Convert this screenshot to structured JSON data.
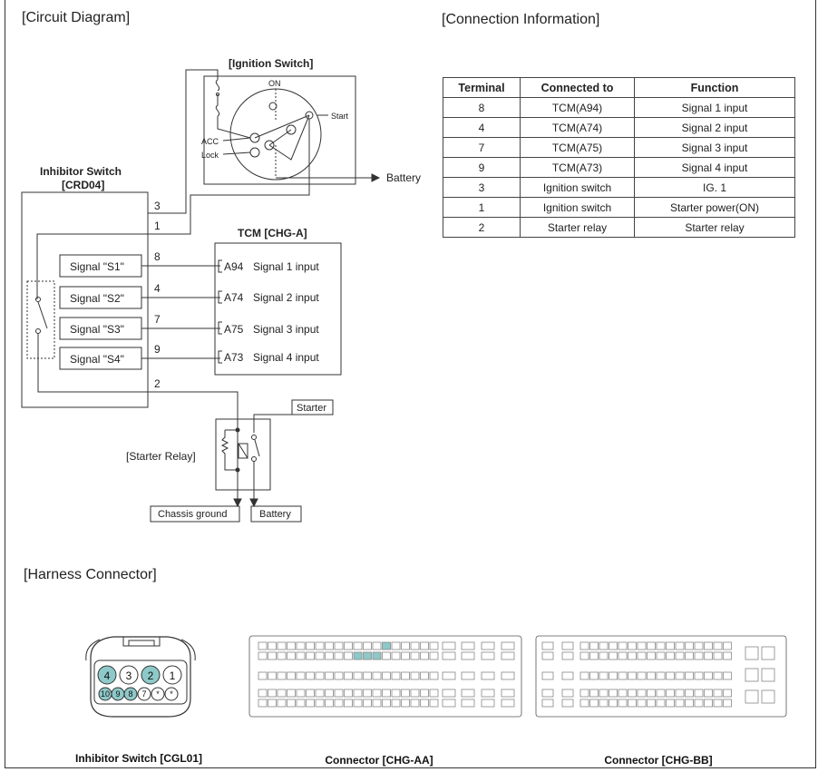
{
  "sections": {
    "circuit_title": "[Circuit Diagram]",
    "connection_title": "[Connection Information]",
    "harness_title": "[Harness Connector]"
  },
  "circuit": {
    "ignition_switch_label": "[Ignition Switch]",
    "on_label": "ON",
    "start_label": "Start",
    "acc_label": "ACC",
    "lock_label": "Lock",
    "battery_label": "Battery",
    "inhibitor_label_line1": "Inhibitor Switch",
    "inhibitor_label_line2": "[CRD04]",
    "tcm_label": "TCM [CHG-A]",
    "starter_label": "Starter",
    "starter_relay_label": "[Starter Relay]",
    "chassis_ground_label": "Chassis ground",
    "battery_box_label": "Battery",
    "pin3": "3",
    "pin1": "1",
    "pin2": "2",
    "signals": [
      {
        "name": "Signal \"S1\"",
        "pin": "8",
        "tcm_pin": "A94",
        "tcm_label": "Signal 1 input"
      },
      {
        "name": "Signal \"S2\"",
        "pin": "4",
        "tcm_pin": "A74",
        "tcm_label": "Signal 2 input"
      },
      {
        "name": "Signal \"S3\"",
        "pin": "7",
        "tcm_pin": "A75",
        "tcm_label": "Signal 3 input"
      },
      {
        "name": "Signal \"S4\"",
        "pin": "9",
        "tcm_pin": "A73",
        "tcm_label": "Signal 4 input"
      }
    ]
  },
  "table": {
    "headers": [
      "Terminal",
      "Connected to",
      "Function"
    ],
    "rows": [
      [
        "8",
        "TCM(A94)",
        "Signal 1 input"
      ],
      [
        "4",
        "TCM(A74)",
        "Signal 2 input"
      ],
      [
        "7",
        "TCM(A75)",
        "Signal 3 input"
      ],
      [
        "9",
        "TCM(A73)",
        "Signal 4 input"
      ],
      [
        "3",
        "Ignition switch",
        "IG. 1"
      ],
      [
        "1",
        "Ignition switch",
        "Starter power(ON)"
      ],
      [
        "2",
        "Starter relay",
        "Starter relay"
      ]
    ]
  },
  "harness": {
    "inhibitor_connector_label": "Inhibitor Switch [CGL01]",
    "aa_connector_label": "Connector [CHG-AA]",
    "bb_connector_label": "Connector [CHG-BB]",
    "inhibitor_top_pins": [
      "4",
      "3",
      "2",
      "1"
    ],
    "inhibitor_bottom_pins": [
      "10",
      "9",
      "8",
      "7",
      "*",
      "*"
    ],
    "highlight_color": "#8ec9c9"
  }
}
